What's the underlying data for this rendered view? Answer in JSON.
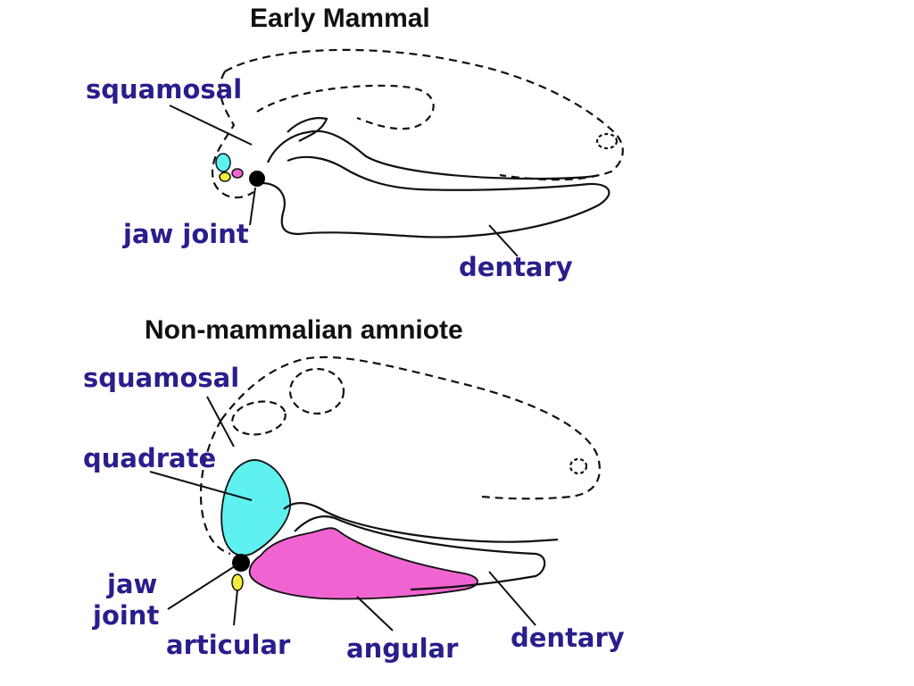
{
  "top": {
    "title": "Early Mammal",
    "labels": {
      "squamosal": "squamosal",
      "jaw_joint": "jaw joint",
      "dentary": "dentary"
    }
  },
  "bottom": {
    "title": "Non-mammalian amniote",
    "labels": {
      "squamosal": "squamosal",
      "quadrate": "quadrate",
      "jaw": "jaw",
      "joint": "joint",
      "articular": "articular",
      "angular": "angular",
      "dentary": "dentary"
    }
  },
  "colors": {
    "label": "#2a1e8c",
    "title": "#111111",
    "quadrate": "#5ff0f0",
    "angular": "#f064d2",
    "articular": "#f0f03c",
    "joint": "#000000",
    "outline": "#111111"
  }
}
